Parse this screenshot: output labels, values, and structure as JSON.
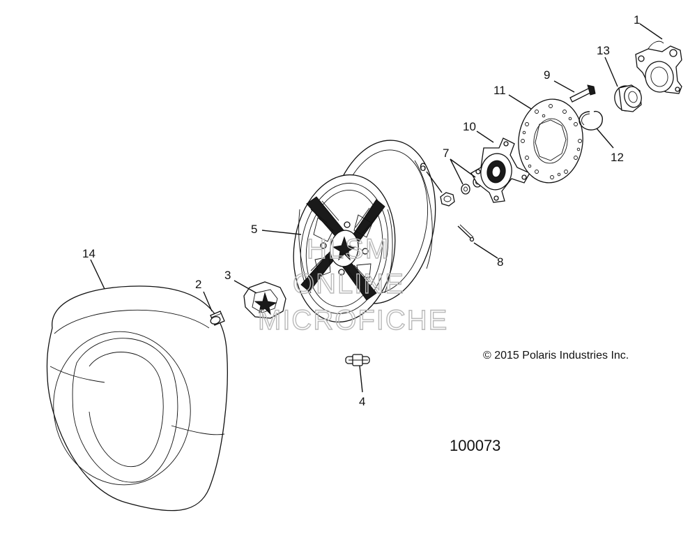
{
  "callouts": [
    {
      "id": "1",
      "label": "1"
    },
    {
      "id": "2",
      "label": "2"
    },
    {
      "id": "3",
      "label": "3"
    },
    {
      "id": "4",
      "label": "4"
    },
    {
      "id": "5",
      "label": "5"
    },
    {
      "id": "6",
      "label": "6"
    },
    {
      "id": "7",
      "label": "7"
    },
    {
      "id": "8",
      "label": "8"
    },
    {
      "id": "9",
      "label": "9"
    },
    {
      "id": "10",
      "label": "10"
    },
    {
      "id": "11",
      "label": "11"
    },
    {
      "id": "12",
      "label": "12"
    },
    {
      "id": "13",
      "label": "13"
    },
    {
      "id": "14",
      "label": "14"
    }
  ],
  "copyright": "© 2015 Polaris Industries Inc.",
  "reference_number": "100073",
  "watermark": {
    "line1": "HLSM",
    "line2": "ONLINE",
    "line3": "MICROFICHE"
  }
}
